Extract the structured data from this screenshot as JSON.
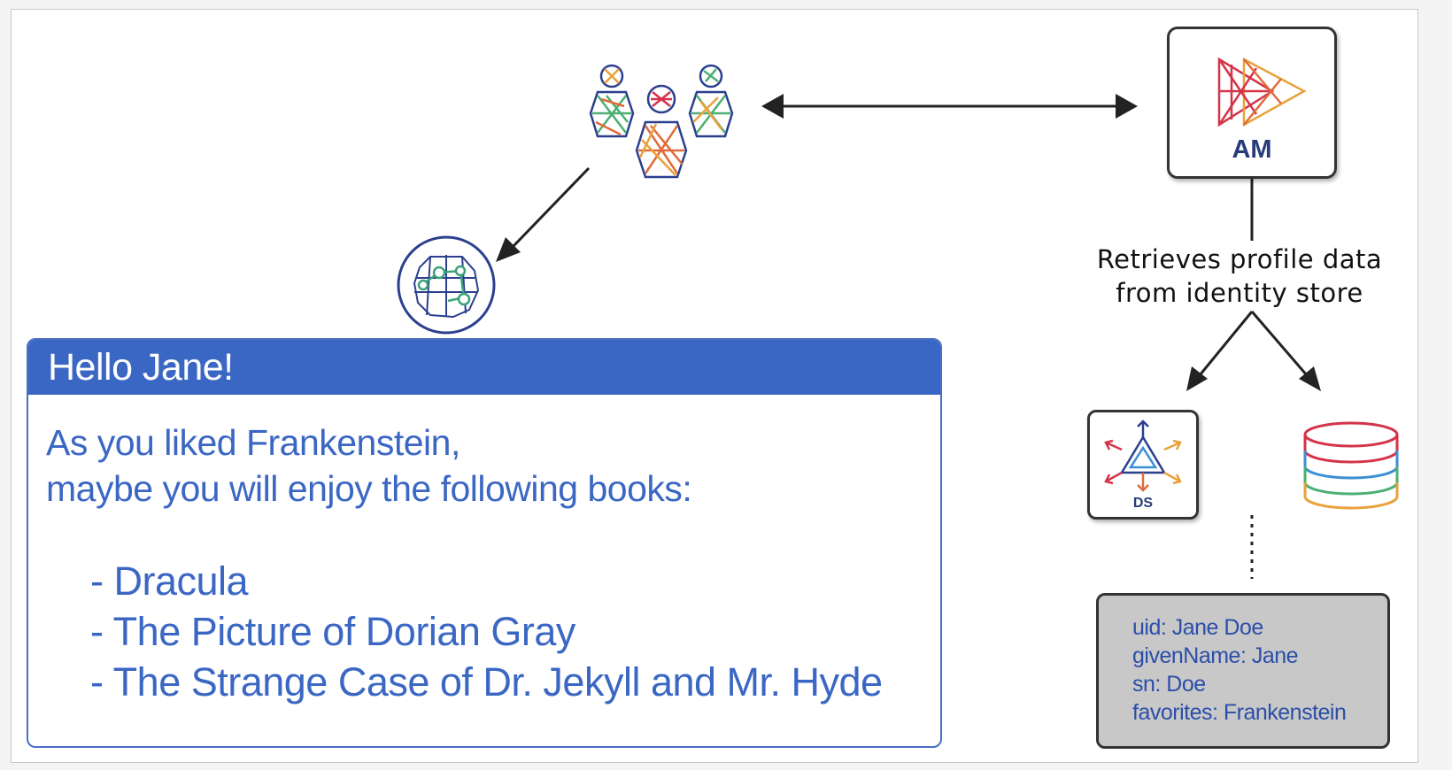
{
  "am": {
    "label": "AM"
  },
  "retrieves": {
    "line1": "Retrieves profile data",
    "line2": "from identity store"
  },
  "ds": {
    "label": "DS"
  },
  "profile": {
    "uid": "uid: Jane Doe",
    "givenName": "givenName: Jane",
    "sn": "sn: Doe",
    "favorites": "favorites: Frankenstein"
  },
  "card": {
    "title": "Hello Jane!",
    "line1": "As you liked Frankenstein,",
    "line2": "maybe you will enjoy the following books:",
    "books": [
      "- Dracula",
      "- The Picture of Dorian Gray",
      "- The Strange Case of Dr. Jekyll and Mr. Hyde"
    ]
  },
  "colors": {
    "brand_blue": "#3b67c4",
    "am_navy": "#283c7a",
    "profile_grey": "#c8c8c8"
  },
  "icons": [
    "users-icon",
    "globe-icon",
    "am-logo-icon",
    "ds-logo-icon",
    "database-icon"
  ]
}
